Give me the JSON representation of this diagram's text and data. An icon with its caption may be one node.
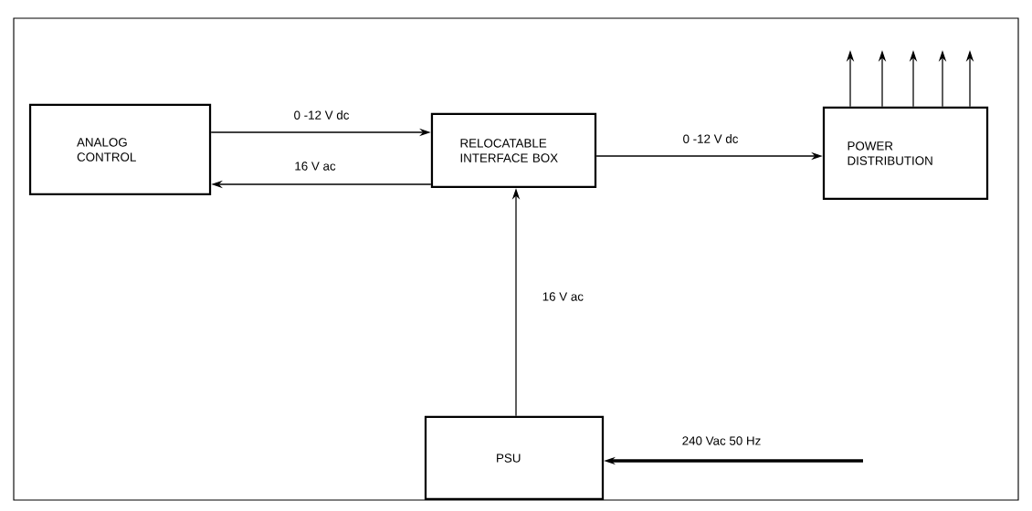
{
  "diagram": {
    "nodes": [
      {
        "text": [
          "ANALOG CONTROL"
        ]
      },
      {
        "text": [
          "RELOCATABLE INTERFACE BOX"
        ]
      },
      {
        "text": [
          "POWER DISTRIBUTION"
        ]
      },
      {
        "text": [
          "PSU"
        ]
      }
    ],
    "edges": [
      {
        "from": 0,
        "to": 1,
        "arrow": "to",
        "label": "0 -12 V dc"
      },
      {
        "from": 1,
        "to": 0,
        "arrow": "to",
        "label": "16 V ac"
      },
      {
        "from": 1,
        "to": 2,
        "arrow": "to",
        "label": "0 -12 V dc"
      },
      {
        "from": 3,
        "to": 1,
        "arrow": "to",
        "label": "16 V ac"
      },
      {
        "from": null,
        "to": 3,
        "arrow": "to",
        "label": "240 Vac 50 Hz",
        "style": "thick"
      },
      {
        "from": 2,
        "to": null,
        "arrow": "to"
      },
      {
        "from": 2,
        "to": null,
        "arrow": "to"
      },
      {
        "from": 2,
        "to": null,
        "arrow": "to"
      },
      {
        "from": 2,
        "to": null,
        "arrow": "to"
      },
      {
        "from": 2,
        "to": null,
        "arrow": "to"
      }
    ]
  }
}
